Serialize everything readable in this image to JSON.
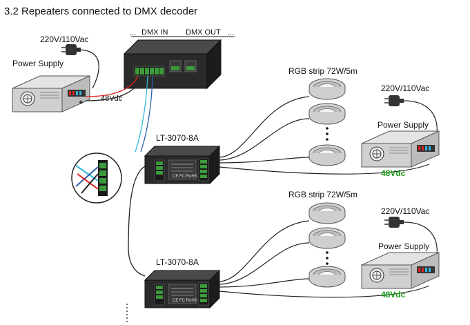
{
  "section_title": "3.2 Repeaters connected to DMX decoder",
  "decoder": {
    "dmx_in": "DMX IN",
    "dmx_out": "DMX OUT"
  },
  "mains_label": "220V/110Vac",
  "power_supply_label": "Power Supply",
  "top_supply_output": "48Vdc",
  "repeater_label": "LT-3070-8A",
  "strip_label": "RGB strip  72W/5m",
  "supply_output_label": "48Vdc",
  "colors": {
    "green_label": "#1a9a1a",
    "wire_cyan": "#2fb8d8",
    "wire_red": "#e02020",
    "device_dark": "#2a2a2a"
  }
}
